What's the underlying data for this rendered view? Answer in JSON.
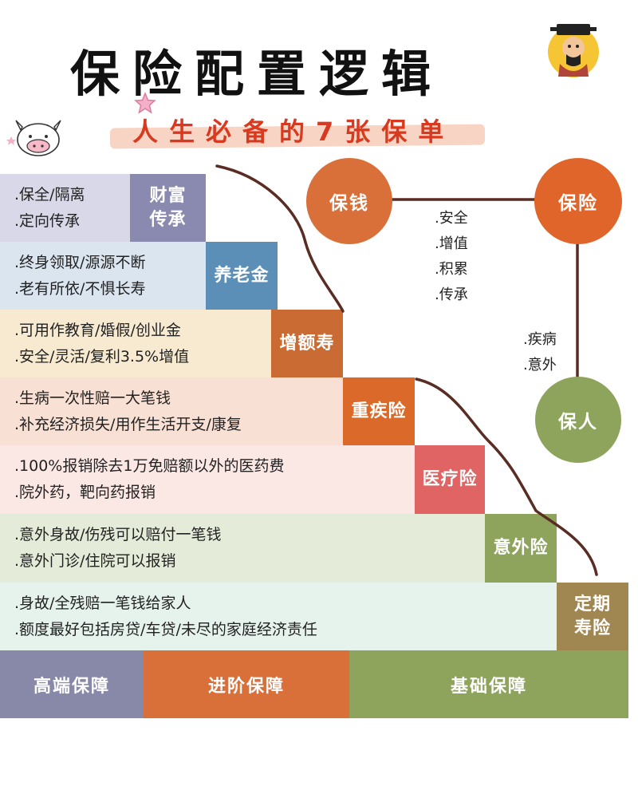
{
  "title": "保险配置逻辑",
  "subtitle": "人生必备的7张保单",
  "rows": [
    {
      "desc": [
        ".保全/隔离",
        ".定向传承"
      ],
      "label": "财富\n传承",
      "bg": "#d8d8e8",
      "color": "#8a8ab0"
    },
    {
      "desc": [
        ".终身领取/源源不断",
        ".老有所依/不惧长寿"
      ],
      "label": "养老金",
      "bg": "#dbe5f0",
      "color": "#5b8fb8"
    },
    {
      "desc": [
        ".可用作教育/婚假/创业金",
        ".安全/灵活/复利3.5%增值"
      ],
      "label": "增额寿",
      "bg": "#f7ead0",
      "color": "#c96b32"
    },
    {
      "desc": [
        ".生病一次性赔一大笔钱",
        ".补充经济损失/用作生活开支/康复"
      ],
      "label": "重疾险",
      "bg": "#f9e0d4",
      "color": "#db6a2a"
    },
    {
      "desc": [
        ".100%报销除去1万免赔额以外的医药费",
        ".院外药，靶向药报销"
      ],
      "label": "医疗险",
      "bg": "#fbe8e4",
      "color": "#e06464"
    },
    {
      "desc": [
        ".意外身故/伤残可以赔付一笔钱",
        ".意外门诊/住院可以报销"
      ],
      "label": "意外险",
      "bg": "#e4ebd8",
      "color": "#8ea45c"
    },
    {
      "desc": [
        ".身故/全残赔一笔钱给家人",
        ".额度最好包括房贷/车贷/未尽的家庭经济责任"
      ],
      "label": "定期\n寿险",
      "bg": "#e6f3ed",
      "color": "#a08650"
    }
  ],
  "tiers": [
    {
      "label": "高端保障",
      "color": "#8888a8"
    },
    {
      "label": "进阶保障",
      "color": "#d9703a"
    },
    {
      "label": "基础保障",
      "color": "#8ea45c"
    }
  ],
  "circles": [
    {
      "label": "保钱",
      "color": "#d9703a"
    },
    {
      "label": "保险",
      "color": "#e0652a"
    },
    {
      "label": "保人",
      "color": "#8ea45c"
    }
  ],
  "money_notes": [
    ".安全",
    ".增值",
    ".积累",
    ".传承"
  ],
  "person_notes": [
    ".疾病",
    ".意外"
  ]
}
